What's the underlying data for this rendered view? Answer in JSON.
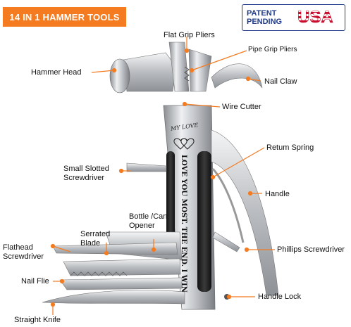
{
  "banner": {
    "title": "14 IN 1 HAMMER TOOLS"
  },
  "patent": {
    "line1": "PATENT",
    "line2": "PENDING",
    "country": "USA"
  },
  "engraving": {
    "heading": "MY LOVE",
    "message": "LOVE YOU MOST. THE END. I WIN"
  },
  "labels": {
    "flat_grip_pliers": "Flat Grip Pliers",
    "pipe_grip_pliers": "Pipe Grip Pliers",
    "hammer_head": "Hammer Head",
    "nail_claw": "Nail Claw",
    "wire_cutter": "Wire Cutter",
    "return_spring": "Retum Spring",
    "small_slotted_1": "Small Slotted",
    "small_slotted_2": "Screwdriver",
    "handle": "Handle",
    "bottle_1": "Bottle /Can",
    "bottle_2": "Opener",
    "serrated_1": "Serrated",
    "serrated_2": "Blade",
    "flathead_1": "Flathead",
    "flathead_2": "Screwdriver",
    "phillips": "Phillips Screwdriver",
    "nail_file": "Nail Flie",
    "handle_lock": "Handle Lock",
    "straight_knife": "Straight Knife"
  },
  "colors": {
    "accent": "#f47b20",
    "patent_blue": "#1f3a8a",
    "patent_red": "#c8102e"
  }
}
